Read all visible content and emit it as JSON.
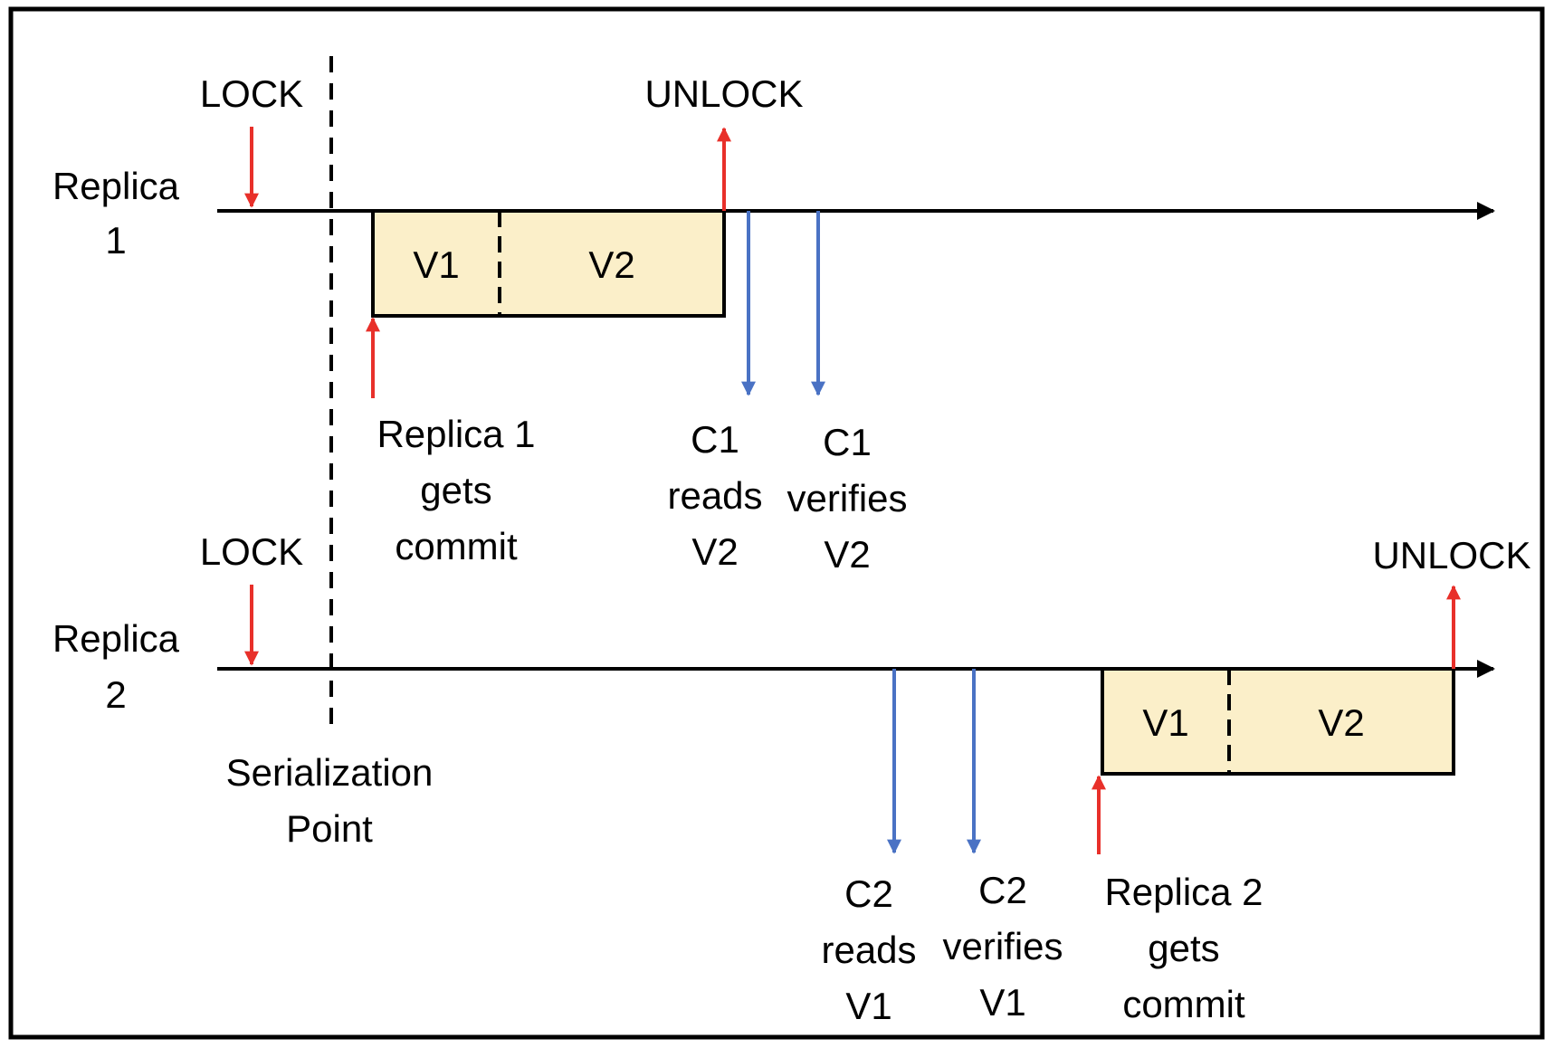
{
  "colors": {
    "lock_arrow": "#e8302a",
    "client_arrow": "#4a72c4",
    "box_fill": "#fbefc9",
    "line": "#000000"
  },
  "replica1": {
    "label_line1": "Replica",
    "label_line2": "1",
    "lock": "LOCK",
    "unlock": "UNLOCK",
    "box_v1": "V1",
    "box_v2": "V2",
    "commit_line1": "Replica 1",
    "commit_line2": "gets",
    "commit_line3": "commit",
    "c1_reads_line1": "C1",
    "c1_reads_line2": "reads",
    "c1_reads_line3": "V2",
    "c1_verifies_line1": "C1",
    "c1_verifies_line2": "verifies",
    "c1_verifies_line3": "V2"
  },
  "replica2": {
    "label_line1": "Replica",
    "label_line2": "2",
    "lock": "LOCK",
    "unlock": "UNLOCK",
    "box_v1": "V1",
    "box_v2": "V2",
    "commit_line1": "Replica 2",
    "commit_line2": "gets",
    "commit_line3": "commit",
    "c2_reads_line1": "C2",
    "c2_reads_line2": "reads",
    "c2_reads_line3": "V1",
    "c2_verifies_line1": "C2",
    "c2_verifies_line2": "verifies",
    "c2_verifies_line3": "V1"
  },
  "serialization": {
    "line1": "Serialization",
    "line2": "Point"
  }
}
